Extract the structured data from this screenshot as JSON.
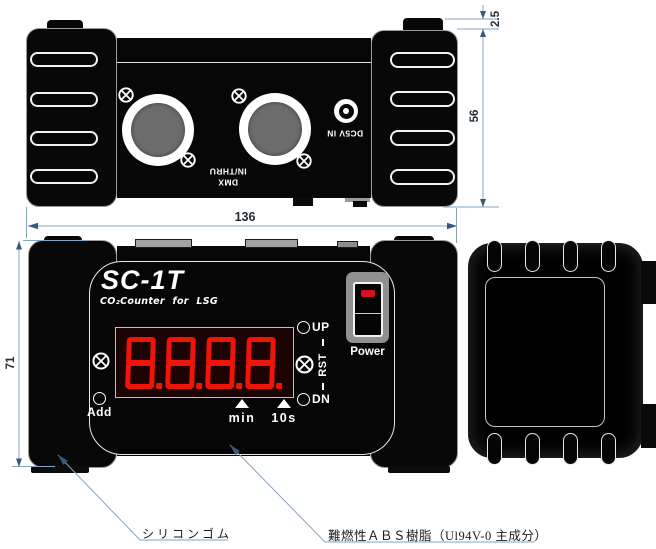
{
  "colors": {
    "line": "#85a3c2",
    "arrow": "#3a5a7d",
    "display_red": "#ef1408",
    "device_black": "#070707",
    "power_red": "#d6101c"
  },
  "top_view": {
    "dmx_label_line1": "DMX",
    "dmx_label_line2": "IN/THRU",
    "dc_label": "DC5V IN"
  },
  "front_view": {
    "model": "SC-1T",
    "subtitle": "CO₂Counter for LSG",
    "display": {
      "digits": [
        "8",
        "8",
        "8",
        "8"
      ]
    },
    "labels": {
      "up": "UP",
      "rst": "RST",
      "dn": "DN",
      "add": "Add",
      "min": "min",
      "tens": "10s",
      "power": "Power"
    }
  },
  "dimensions": {
    "overall_width": "136",
    "overall_depth": "56",
    "lip": "2.5",
    "front_height": "71"
  },
  "annotations": {
    "silicone": "シリコンゴム",
    "abs": "難燃性ＡＢＳ樹脂（Ul94V-0 主成分）"
  }
}
